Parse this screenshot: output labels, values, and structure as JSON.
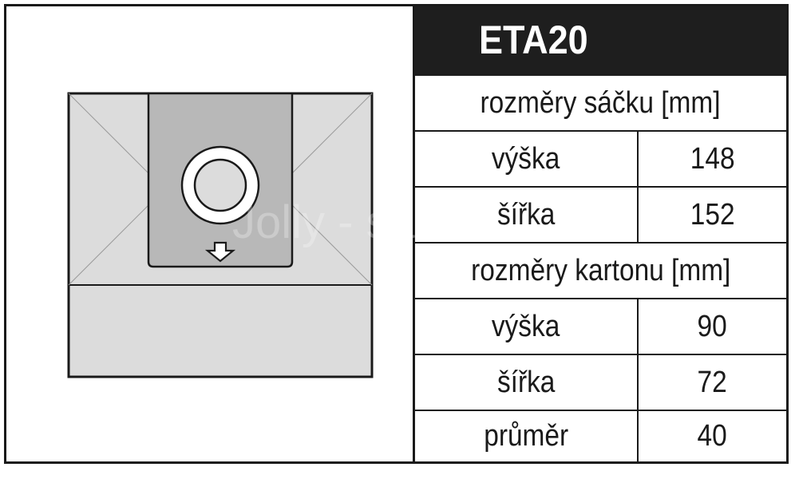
{
  "model": "ETA20",
  "bag_section": {
    "header": "rozměry sáčku [mm]",
    "rows": [
      {
        "label": "výška",
        "value": "148"
      },
      {
        "label": "šířka",
        "value": "152"
      }
    ]
  },
  "carton_section": {
    "header": "rozměry kartonu [mm]",
    "rows": [
      {
        "label": "výška",
        "value": "90"
      },
      {
        "label": "šířka",
        "value": "72"
      },
      {
        "label": "průměr",
        "value": "40"
      }
    ]
  },
  "watermark": "Jolly - sáčky",
  "colors": {
    "bag_fill": "#dcdcdc",
    "card_fill": "#b8b8b8",
    "outline": "#1a1a1a",
    "header_bg": "#1e1e1e",
    "header_text": "#ffffff"
  }
}
